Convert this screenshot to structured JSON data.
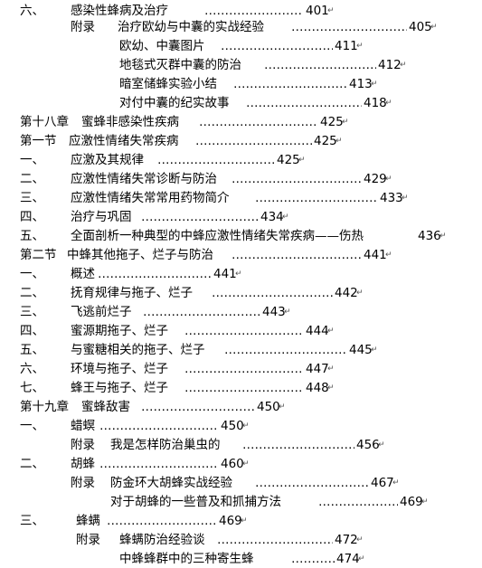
{
  "return_mark": "↵",
  "entries": [
    {
      "num": "六、",
      "prefix": "",
      "title": "感染性蜂病及治疗",
      "leader": "……………………",
      "page": "401"
    },
    {
      "num": "",
      "prefix": "附录",
      "title": "治疗欧幼与中囊的实战经验",
      "leader": "……………………………………",
      "page": "405"
    },
    {
      "num": "",
      "prefix": "",
      "title": "欧幼、中囊图片",
      "leader": "………………………………",
      "page": "411"
    },
    {
      "num": "",
      "prefix": "",
      "title": "地毯式灭群中囊的防治",
      "leader": "…………………………",
      "page": "412"
    },
    {
      "num": "",
      "prefix": "",
      "title": "暗室储蜂实验小结",
      "leader": "……………………………",
      "page": "413"
    },
    {
      "num": "",
      "prefix": "",
      "title": "对付中囊的纪实故事",
      "leader": "…………………………",
      "page": "418"
    },
    {
      "num": "第十八章",
      "prefix": "",
      "title": "蜜蜂非感染性疾病",
      "leader": "…………………………",
      "page": "425"
    },
    {
      "num": "第一节",
      "prefix": "",
      "title": "应激性情绪失常疾病",
      "leader": "…………………………",
      "page": "425"
    },
    {
      "num": "一、",
      "prefix": "",
      "title": "应激及其规律",
      "leader": "…………………………………",
      "page": "425"
    },
    {
      "num": "二、",
      "prefix": "",
      "title": "应激性情绪失常诊断与防治",
      "leader": "………………………………",
      "page": "429"
    },
    {
      "num": "三、",
      "prefix": "",
      "title": "应激性情绪失常常用药物简介",
      "leader": "……………………………",
      "page": "433"
    },
    {
      "num": "四、",
      "prefix": "",
      "title": "治疗与巩固",
      "leader": "…………………………………",
      "page": "434"
    },
    {
      "num": "五、",
      "prefix": "",
      "title": "全面剖析一种典型的中蜂应激性情绪失常疾病——伤热",
      "leader": "",
      "page": "436"
    },
    {
      "num": "第二节",
      "prefix": "",
      "title": "中蜂其他拖子、烂子与防治",
      "leader": "……………………………",
      "page": "441"
    },
    {
      "num": "一、",
      "prefix": "",
      "title": "概述",
      "leader": "……………………………………",
      "page": "441"
    },
    {
      "num": "二、",
      "prefix": "",
      "title": "抚育规律与拖子、烂子",
      "leader": "…………………………",
      "page": "442"
    },
    {
      "num": "三、",
      "prefix": "",
      "title": "飞逃前烂子",
      "leader": "…………………………………",
      "page": "443"
    },
    {
      "num": "四、",
      "prefix": "",
      "title": "蜜源期拖子、烂子",
      "leader": "…………………………………",
      "page": "444"
    },
    {
      "num": "五、",
      "prefix": "",
      "title": "与蜜糖相关的拖子、烂子",
      "leader": "……………………………",
      "page": "445"
    },
    {
      "num": "六、",
      "prefix": "",
      "title": "环境与拖子、烂子",
      "leader": "…………………………………",
      "page": "447"
    },
    {
      "num": "七、",
      "prefix": "",
      "title": "蜂王与拖子、烂子",
      "leader": "…………………………………",
      "page": "448"
    },
    {
      "num": "第十九章",
      "prefix": "",
      "title": "蜜蜂敌害",
      "leader": "……………………………………",
      "page": "450"
    },
    {
      "num": "一、",
      "prefix": "",
      "title": "蜡螟",
      "leader": "…………………………………",
      "page": "450"
    },
    {
      "num": "",
      "prefix": "附录",
      "title": "我是怎样防治巢虫的",
      "leader": "……………………………",
      "page": "456"
    },
    {
      "num": "二、",
      "prefix": "",
      "title": "胡蜂",
      "leader": "…………………………………",
      "page": "460"
    },
    {
      "num": "",
      "prefix": "附录",
      "title": "防金环大胡蜂实战经验",
      "leader": "……………………………",
      "page": "467"
    },
    {
      "num": "",
      "prefix": "",
      "title": "对于胡蜂的一些普及和抓捕方法",
      "leader": "………………………",
      "page": "469"
    },
    {
      "num": "三、",
      "prefix": "",
      "title": "蜂螨",
      "leader": "……………………………………",
      "page": "469"
    },
    {
      "num": "",
      "prefix": "附录",
      "title": "蜂螨防治经验谈",
      "leader": "…………………………",
      "page": "472"
    },
    {
      "num": "",
      "prefix": "",
      "title": "中蜂蜂群中的三种寄生蜂",
      "leader": "……………………",
      "page": "474"
    }
  ]
}
